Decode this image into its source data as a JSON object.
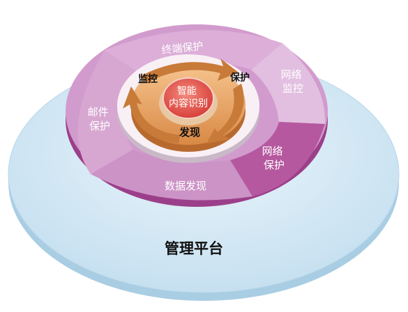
{
  "diagram": {
    "base_label": "管理平台",
    "ring_segments": {
      "top": "终端保护",
      "network_monitor": [
        "网络",
        "监控"
      ],
      "network_protect": [
        "网络",
        "保护"
      ],
      "bottom": "数据发现",
      "mail_protect": [
        "邮件",
        "保护"
      ]
    },
    "cycle_labels": {
      "monitor": "监控",
      "protect": "保护",
      "discover": "发现"
    },
    "core_label": [
      "智能",
      "内容识别"
    ]
  },
  "colors": {
    "base_fill": "#cfe6f4",
    "base_edge": "#a9cde3",
    "ring_light": "#d8a8d4",
    "ring_mid": "#c688c2",
    "ring_dark": "#b3589f",
    "inner_ring": "#f7eef4",
    "cycle_orange": "#e8a35c",
    "cycle_orange_dark": "#c9793a",
    "core_red": "#e4564f",
    "text_dark": "#111111",
    "text_white": "#ffffff"
  }
}
